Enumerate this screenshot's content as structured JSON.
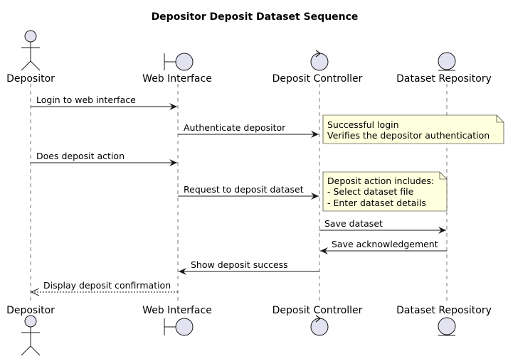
{
  "diagram": {
    "title": "Depositor Deposit Dataset Sequence",
    "participants": [
      {
        "id": "depositor",
        "label": "Depositor",
        "kind": "actor"
      },
      {
        "id": "web",
        "label": "Web Interface",
        "kind": "boundary"
      },
      {
        "id": "controller",
        "label": "Deposit Controller",
        "kind": "control"
      },
      {
        "id": "repo",
        "label": "Dataset Repository",
        "kind": "entity"
      }
    ],
    "messages": [
      {
        "from": "depositor",
        "to": "web",
        "label": "Login to web interface",
        "style": "solid"
      },
      {
        "from": "web",
        "to": "controller",
        "label": "Authenticate depositor",
        "style": "solid"
      },
      {
        "from": "depositor",
        "to": "web",
        "label": "Does deposit action",
        "style": "solid"
      },
      {
        "from": "web",
        "to": "controller",
        "label": "Request to deposit dataset",
        "style": "solid"
      },
      {
        "from": "controller",
        "to": "repo",
        "label": "Save dataset",
        "style": "solid"
      },
      {
        "from": "repo",
        "to": "controller",
        "label": "Save acknowledgement",
        "style": "solid"
      },
      {
        "from": "controller",
        "to": "web",
        "label": "Show deposit success",
        "style": "solid"
      },
      {
        "from": "web",
        "to": "depositor",
        "label": "Display deposit confirmation",
        "style": "dashed"
      }
    ],
    "notes": [
      {
        "lines": [
          "Successful login",
          "Verifies the depositor authentication"
        ]
      },
      {
        "lines": [
          "Deposit action includes:",
          "- Select dataset file",
          "- Enter dataset details"
        ]
      }
    ],
    "colors": {
      "participant_fill": "#E2E2F0",
      "note_fill": "#FEFFDD",
      "line": "#181818"
    }
  }
}
